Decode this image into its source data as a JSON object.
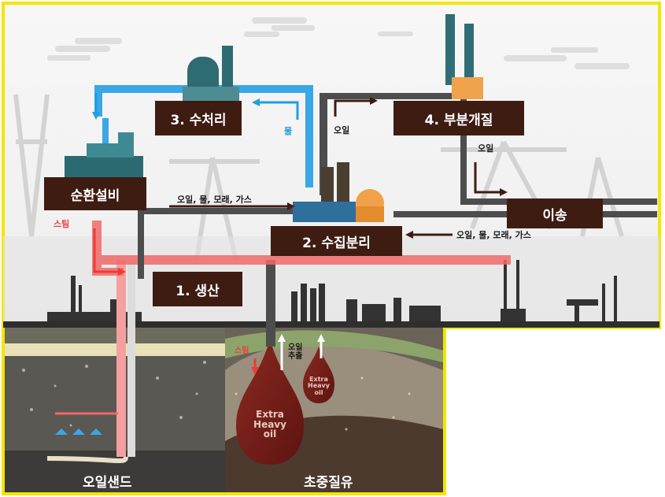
{
  "stages": {
    "production": "1. 생산",
    "separation": "2. 수집분리",
    "water_treatment": "3. 수처리",
    "upgrading": "4. 부분개질",
    "circulation": "순환설비",
    "transport": "이송"
  },
  "flows": {
    "steam": "스팀",
    "water": "물",
    "oil_top": "오일",
    "oil_right": "오일",
    "mix_left": "오일, 물, 모래, 가스",
    "mix_right": "오일, 물, 모래, 가스",
    "steam_under": "스팀",
    "oil_extract": "오일 추출"
  },
  "underground": {
    "oil_sands": "오일샌드",
    "extra_heavy": "초중질유",
    "big_drop": "Extra Heavy oil",
    "small_drop": "Extra Heavy oil"
  },
  "colors": {
    "label_bg": "#3e1c12",
    "frame": "#f3e600",
    "steam_pipe": "#f06a6a",
    "water_pipe": "#3aa7e6",
    "gray_pipe": "#4d4d4d",
    "oil_drop": "#7a1c1c"
  }
}
